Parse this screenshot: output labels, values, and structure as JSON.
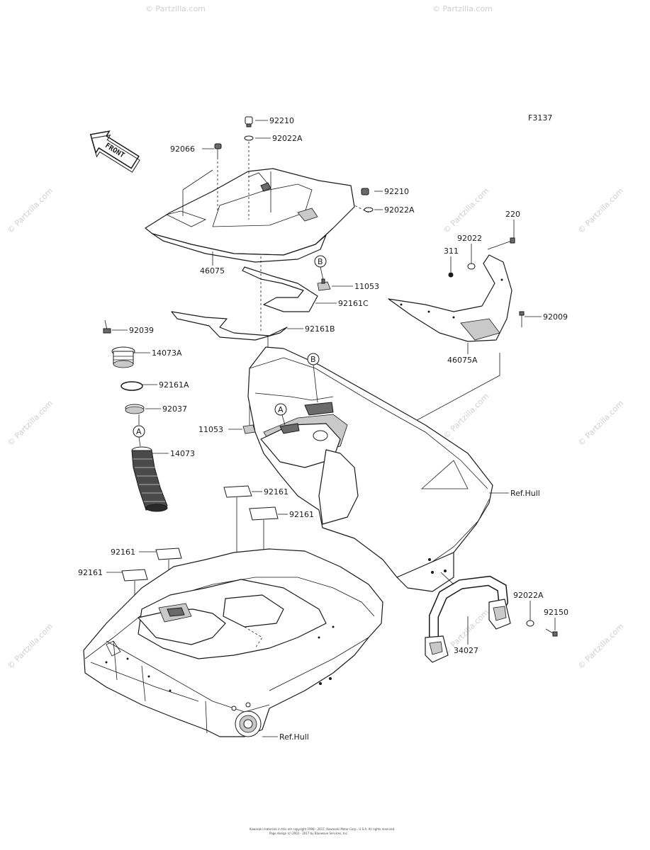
{
  "figure_id": "F3137",
  "front_arrow": "FRONT",
  "part_labels": {
    "p92210_top": "92210",
    "p92022A_top": "92022A",
    "p92066": "92066",
    "p92210_right": "92210",
    "p92022A_right": "92022A",
    "p220": "220",
    "p92022": "92022",
    "p311": "311",
    "p46075": "46075",
    "p11053_top": "11053",
    "p92161C": "92161C",
    "p92161B": "92161B",
    "p92009": "92009",
    "p46075A": "46075A",
    "p92039": "92039",
    "p14073A": "14073A",
    "p92161A": "92161A",
    "p92037": "92037",
    "p11053_left": "11053",
    "p14073": "14073",
    "p92161_a": "92161",
    "p92161_b": "92161",
    "p92161_c": "92161",
    "p92161_d": "92161",
    "p92022A_bottom": "92022A",
    "p92150": "92150",
    "p34027": "34027"
  },
  "ref_labels": {
    "hull_upper": "Ref.Hull",
    "hull_lower": "Ref.Hull"
  },
  "callouts": {
    "a_left": "A",
    "a_hull": "A",
    "b_upper": "B",
    "b_hull": "B"
  },
  "watermark": "© Partzilla.com",
  "footer": {
    "line1": "Kawasaki materials in this are copyright 1998 - 2017, Kawasaki Motor Corp., U.S.A. All rights reserved.",
    "line2": "Page design (c) 2002 - 2017 by Bluewave Services, Inc."
  }
}
